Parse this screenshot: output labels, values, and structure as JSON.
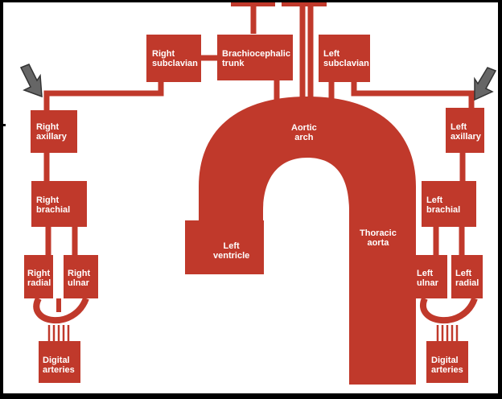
{
  "colors": {
    "vessel": "#c0392b",
    "label": "#ffffff",
    "arrow": "#666666",
    "arrow_edge": "#333333",
    "frame": "#000000"
  },
  "labels": {
    "right_subclavian": [
      "Right",
      "subclavian"
    ],
    "brachiocephalic_trunk": [
      "Brachiocephalic",
      "trunk"
    ],
    "left_subclavian": [
      "Left",
      "subclavian"
    ],
    "right_axillary": [
      "Right",
      "axillary"
    ],
    "left_axillary": [
      "Left",
      "axillary"
    ],
    "aortic_arch": [
      "Aortic",
      "arch"
    ],
    "right_brachial": [
      "Right",
      "brachial"
    ],
    "left_brachial": [
      "Left",
      "brachial"
    ],
    "left_ventricle": [
      "Left",
      "ventricle"
    ],
    "thoracic_aorta": [
      "Thoracic",
      "aorta"
    ],
    "right_radial": [
      "Right",
      "radial"
    ],
    "right_ulnar": [
      "Right",
      "ulnar"
    ],
    "left_ulnar": [
      "Left",
      "ulnar"
    ],
    "left_radial": [
      "Left",
      "radial"
    ],
    "digital_arteries_right": [
      "Digital",
      "arteries"
    ],
    "digital_arteries_left": [
      "Digital",
      "arteries"
    ]
  },
  "icons": {
    "arrows": [
      "arrow-pointer-icon"
    ]
  }
}
